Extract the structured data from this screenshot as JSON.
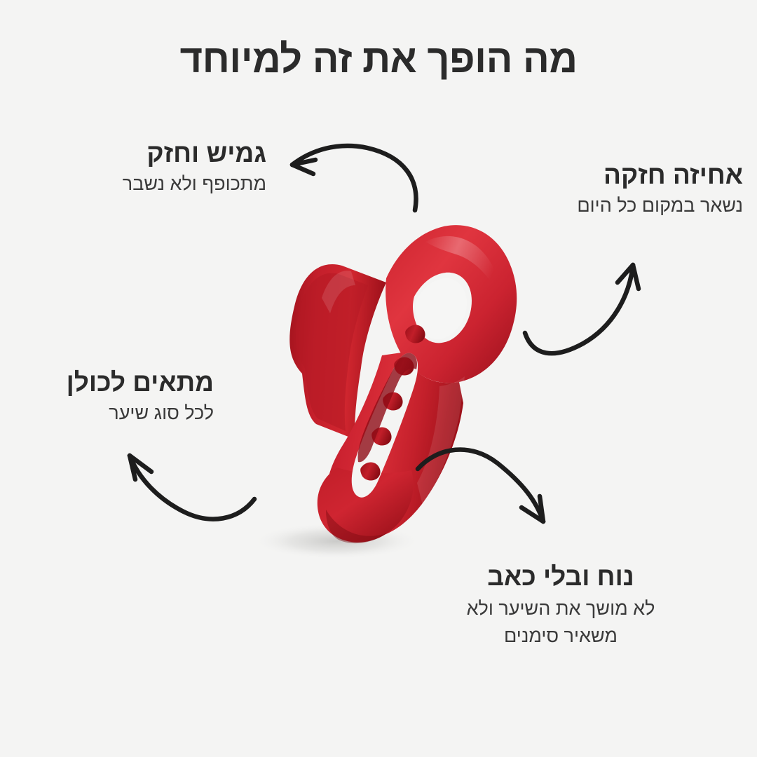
{
  "page": {
    "language": "he",
    "direction": "rtl",
    "background_color": "#f4f4f3",
    "title": "מה הופך את זה למיוחד"
  },
  "product": {
    "name": "red-hair-claw-clip",
    "color": "#c9202c",
    "color_highlight": "#e23a44",
    "color_shadow": "#8d1119"
  },
  "features": [
    {
      "id": "flexible",
      "title": "גמיש וחזק",
      "subtitle": "מתכופף ולא נשבר",
      "position": "top-left"
    },
    {
      "id": "grip",
      "title": "אחיזה חזקה",
      "subtitle": "נשאר במקום כל היום",
      "position": "top-right"
    },
    {
      "id": "fits-all",
      "title": "מתאים לכולן",
      "subtitle": "לכל סוג שיער",
      "position": "middle-left"
    },
    {
      "id": "comfort",
      "title": "נוח ובלי כאב",
      "subtitle": "לא מושך את השיער ולא משאיר סימנים",
      "position": "bottom-right"
    }
  ],
  "arrows": [
    {
      "id": "arrow-to-flexible",
      "points_to": "top-left",
      "direction": "up-left"
    },
    {
      "id": "arrow-to-grip",
      "points_to": "top-right",
      "direction": "up"
    },
    {
      "id": "arrow-to-fits-all",
      "points_to": "middle-left",
      "direction": "up-left"
    },
    {
      "id": "arrow-to-comfort",
      "points_to": "bottom-right",
      "direction": "down-right"
    }
  ],
  "colors": {
    "text_primary": "#2b2b2b",
    "text_secondary": "#3a3a3a",
    "arrow": "#1d1d1d",
    "background": "#f4f4f3",
    "accent_red": "#c9202c"
  }
}
